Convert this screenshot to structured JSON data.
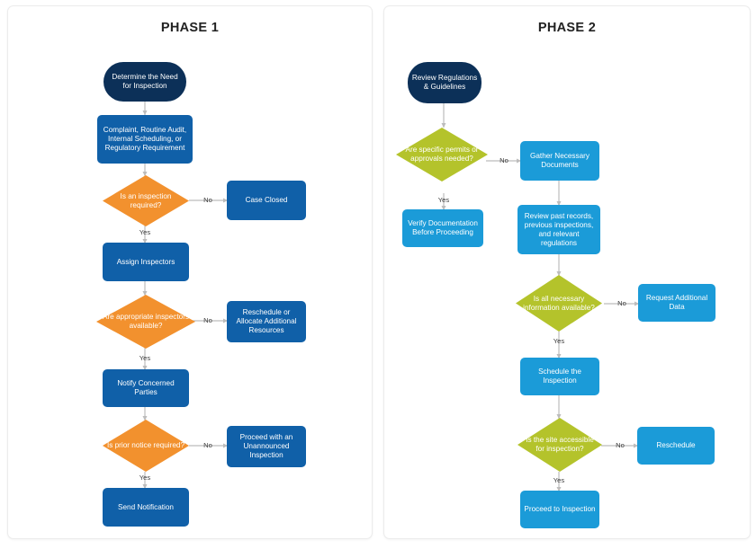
{
  "page": {
    "background": "#ffffff",
    "panel_border": "#ececec"
  },
  "palette": {
    "start_navy": "#0c3058",
    "process_blue_dark": "#1060a8",
    "process_blue_light": "#1b9bd8",
    "decision_orange": "#f2912e",
    "decision_green": "#b4c32b",
    "connector_gray": "#bcbcbc",
    "label_text": "#3b3b3b",
    "title_text": "#222222"
  },
  "panels": [
    {
      "id": "phase-1",
      "title": "PHASE 1",
      "nodes": [
        {
          "id": "p1-start",
          "type": "start",
          "label": "Determine the Need for Inspection"
        },
        {
          "id": "p1-sources",
          "type": "process-dark",
          "label": "Complaint, Routine Audit, Internal Scheduling, or Regulatory Requirement"
        },
        {
          "id": "p1-d1",
          "type": "decision",
          "label": "Is an inspection required?"
        },
        {
          "id": "p1-case-closed",
          "type": "process-dark",
          "label": "Case Closed"
        },
        {
          "id": "p1-assign",
          "type": "process-dark",
          "label": "Assign Inspectors"
        },
        {
          "id": "p1-d2",
          "type": "decision",
          "label": "Are appropriate inspectors available?"
        },
        {
          "id": "p1-reschedule",
          "type": "process-dark",
          "label": "Reschedule or Allocate Additional Resources"
        },
        {
          "id": "p1-notify",
          "type": "process-dark",
          "label": "Notify Concerned Parties"
        },
        {
          "id": "p1-d3",
          "type": "decision",
          "label": "Is prior notice required?"
        },
        {
          "id": "p1-unannounced",
          "type": "process-dark",
          "label": "Proceed with an Unannounced Inspection"
        },
        {
          "id": "p1-send",
          "type": "process-dark",
          "label": "Send Notification"
        }
      ],
      "edge_labels": [
        {
          "id": "p1-e1-no",
          "text": "No"
        },
        {
          "id": "p1-e1-yes",
          "text": "Yes"
        },
        {
          "id": "p1-e2-no",
          "text": "No"
        },
        {
          "id": "p1-e2-yes",
          "text": "Yes"
        },
        {
          "id": "p1-e3-no",
          "text": "No"
        },
        {
          "id": "p1-e3-yes",
          "text": "Yes"
        }
      ]
    },
    {
      "id": "phase-2",
      "title": "PHASE 2",
      "nodes": [
        {
          "id": "p2-start",
          "type": "start",
          "label": "Review Regulations & Guidelines"
        },
        {
          "id": "p2-d1",
          "type": "decision",
          "label": "Are specific permits or approvals needed?"
        },
        {
          "id": "p2-gather",
          "type": "process-light",
          "label": "Gather Necessary Documents"
        },
        {
          "id": "p2-verify",
          "type": "process-light",
          "label": "Verify Documentation Before Proceeding"
        },
        {
          "id": "p2-review",
          "type": "process-light",
          "label": "Review past records, previous inspections, and relevant regulations"
        },
        {
          "id": "p2-d2",
          "type": "decision",
          "label": "Is all necessary information available?"
        },
        {
          "id": "p2-request",
          "type": "process-light",
          "label": "Request Additional Data"
        },
        {
          "id": "p2-schedule",
          "type": "process-light",
          "label": "Schedule the Inspection"
        },
        {
          "id": "p2-d3",
          "type": "decision",
          "label": "Is the site accessible for inspection?"
        },
        {
          "id": "p2-reschedule",
          "type": "process-light",
          "label": "Reschedule"
        },
        {
          "id": "p2-proceed",
          "type": "process-light",
          "label": "Proceed to Inspection"
        }
      ],
      "edge_labels": [
        {
          "id": "p2-e1-no",
          "text": "No"
        },
        {
          "id": "p2-e1-yes",
          "text": "Yes"
        },
        {
          "id": "p2-e2-no",
          "text": "No"
        },
        {
          "id": "p2-e2-yes",
          "text": "Yes"
        },
        {
          "id": "p2-e3-no",
          "text": "No"
        },
        {
          "id": "p2-e3-yes",
          "text": "Yes"
        }
      ]
    }
  ]
}
